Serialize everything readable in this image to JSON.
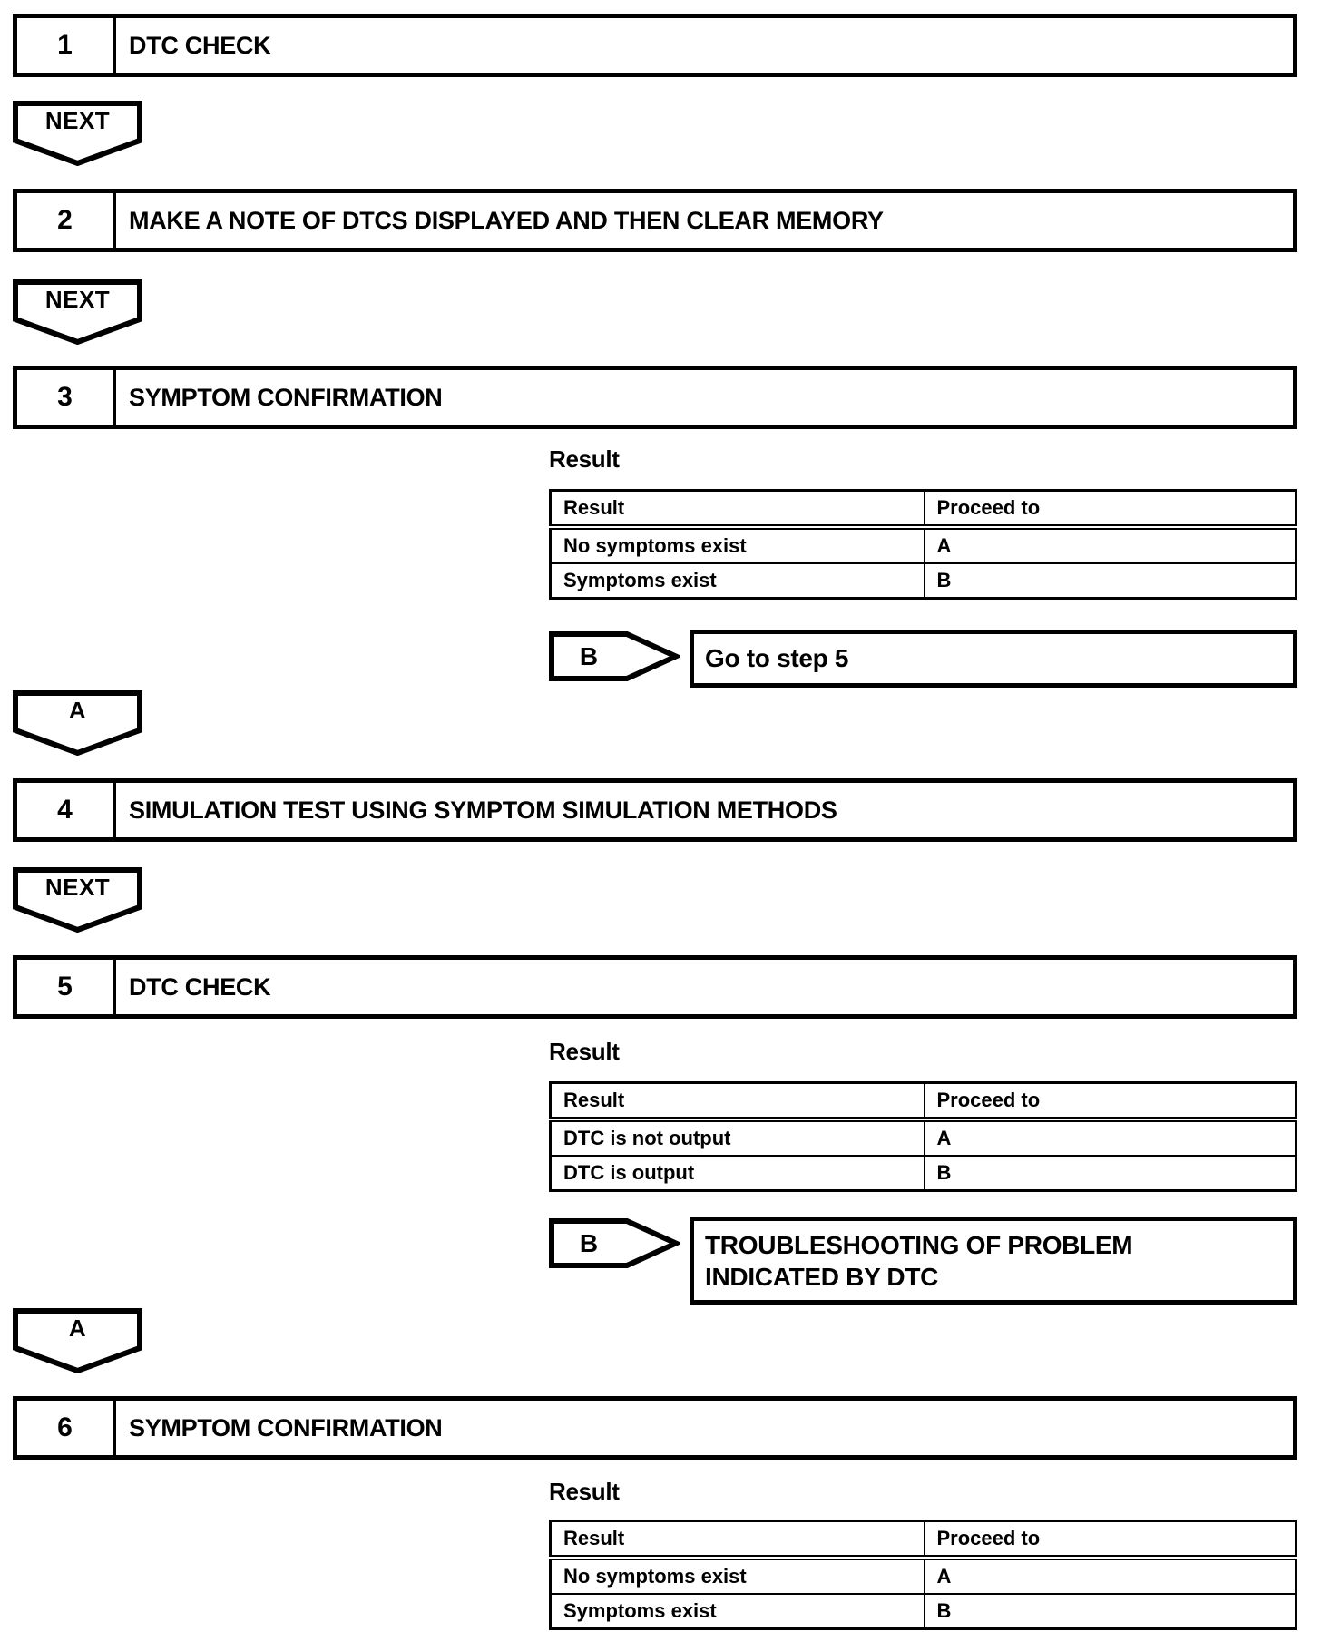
{
  "page": {
    "background_color": "#ffffff",
    "ink_color": "#000000",
    "kind": "diagnostic troubleshooting flowchart"
  },
  "connectors": {
    "next_label": "NEXT",
    "branch_a_label": "A",
    "branch_b_label": "B"
  },
  "steps": [
    {
      "number": "1",
      "title": "DTC CHECK"
    },
    {
      "number": "2",
      "title": "MAKE A NOTE OF DTCS DISPLAYED AND THEN CLEAR MEMORY"
    },
    {
      "number": "3",
      "title": "SYMPTOM CONFIRMATION"
    },
    {
      "number": "4",
      "title": "SIMULATION TEST USING SYMPTOM SIMULATION METHODS"
    },
    {
      "number": "5",
      "title": "DTC CHECK"
    },
    {
      "number": "6",
      "title": "SYMPTOM CONFIRMATION"
    }
  ],
  "result_sections": [
    {
      "heading": "Result",
      "table": {
        "headers": [
          "Result",
          "Proceed to"
        ],
        "rows": [
          [
            "No symptoms exist",
            "A"
          ],
          [
            "Symptoms exist",
            "B"
          ]
        ]
      },
      "branch": {
        "label": "B",
        "target": "Go to step 5"
      }
    },
    {
      "heading": "Result",
      "table": {
        "headers": [
          "Result",
          "Proceed to"
        ],
        "rows": [
          [
            "DTC is not output",
            "A"
          ],
          [
            "DTC is output",
            "B"
          ]
        ]
      },
      "branch": {
        "label": "B",
        "target": "TROUBLESHOOTING OF PROBLEM INDICATED BY DTC"
      }
    },
    {
      "heading": "Result",
      "table": {
        "headers": [
          "Result",
          "Proceed to"
        ],
        "rows": [
          [
            "No symptoms exist",
            "A"
          ],
          [
            "Symptoms exist",
            "B"
          ]
        ]
      }
    }
  ]
}
